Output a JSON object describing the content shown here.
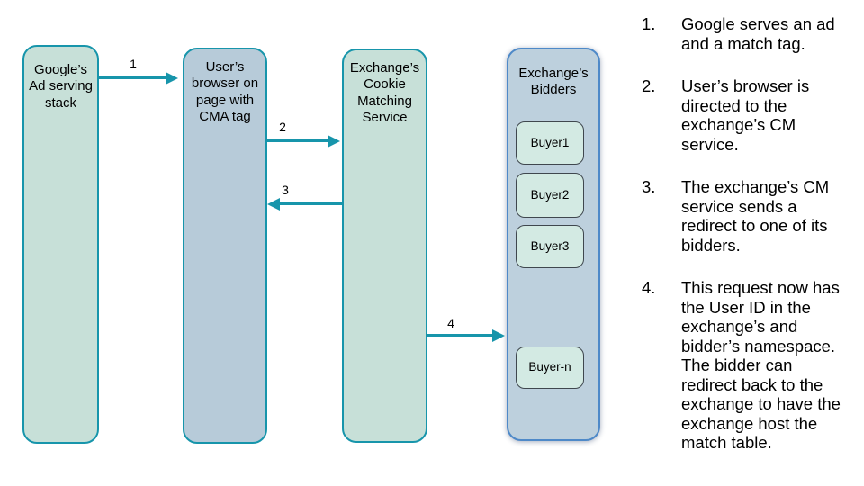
{
  "colors": {
    "teal_accent": "#1795ab",
    "green_node_fill": "#c7e0d8",
    "blue_node_fill": "#b7cbd9",
    "bidders_fill": "#bdd0dd",
    "bidders_border": "#4e89c8",
    "buyer_fill": "#d3eae3",
    "buyer_border": "#3f474e"
  },
  "nodes": {
    "google": {
      "label": "Google’s\nAd serving\nstack"
    },
    "browser": {
      "label": "User’s\nbrowser on\npage with\nCMA tag"
    },
    "cm_service": {
      "label": "Exchange’s\nCookie\nMatching\nService"
    },
    "bidders": {
      "label": "Exchange’s\nBidders",
      "buyers": [
        "Buyer1",
        "Buyer2",
        "Buyer3",
        "Buyer-n"
      ]
    }
  },
  "arrows": {
    "a1": "1",
    "a2": "2",
    "a3": "3",
    "a4": "4"
  },
  "steps": [
    {
      "num": "1.",
      "text": "Google serves an ad\nand a match tag."
    },
    {
      "num": "2.",
      "text": "User’s browser is\ndirected to the\nexchange’s CM\nservice."
    },
    {
      "num": "3.",
      "text": "The exchange’s CM\nservice sends a\nredirect to one of its\nbidders."
    },
    {
      "num": "4.",
      "text": "This request now has\nthe User ID in the\nexchange’s and\nbidder’s namespace.\nThe bidder can\nredirect back to the\nexchange to have the\nexchange host the\nmatch table."
    }
  ]
}
